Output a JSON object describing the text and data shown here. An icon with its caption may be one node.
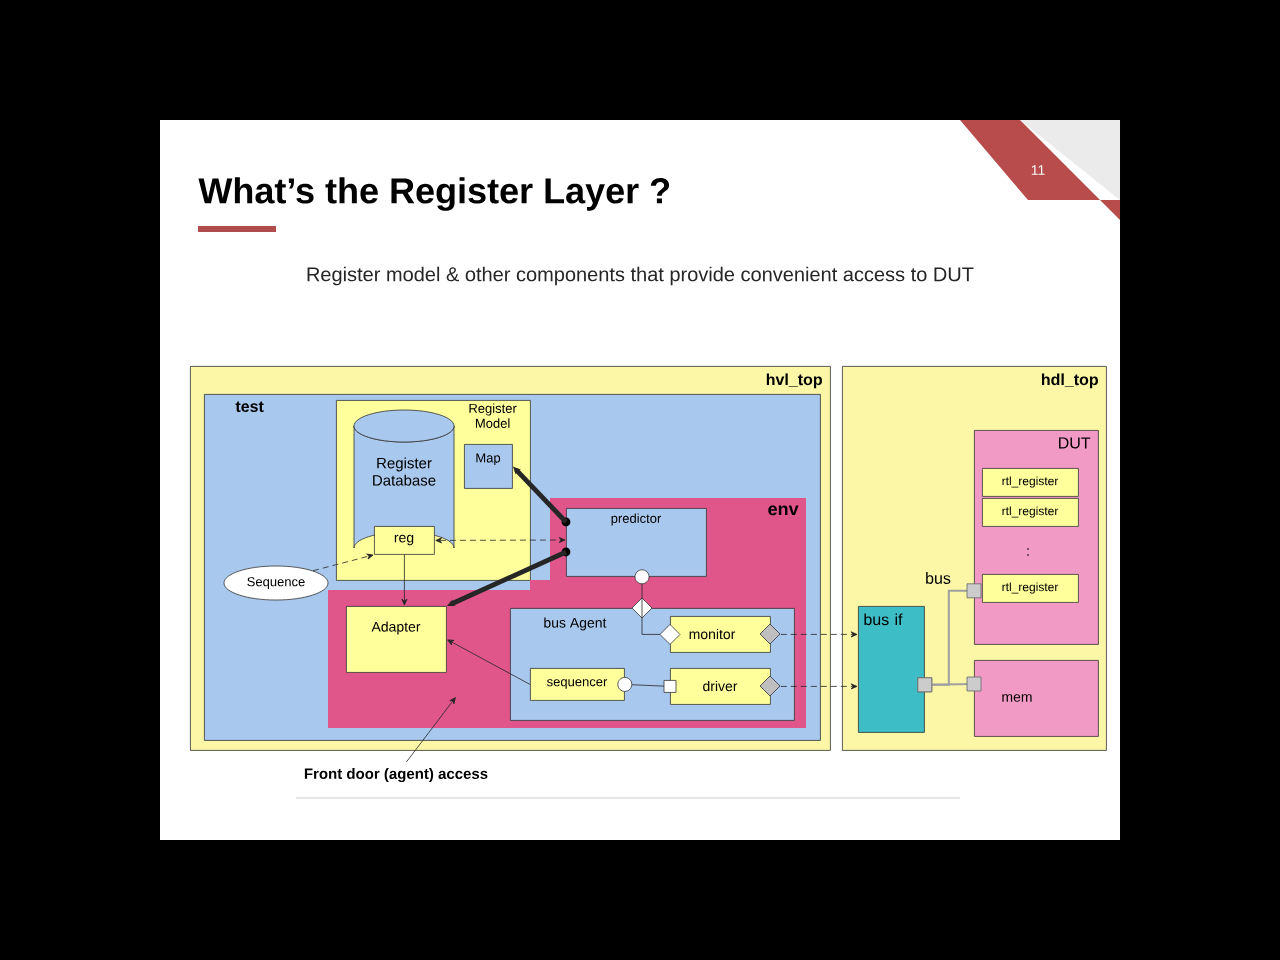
{
  "diagram": {
    "title": "What’s the Register Layer ?",
    "nodes": [
      {
        "text": [
          "hvl_top"
        ]
      },
      {
        "text": [
          "test"
        ],
        "in": 0
      },
      {
        "text": [
          "Register Model"
        ],
        "in": 1
      },
      {
        "text": [
          "Register Database"
        ],
        "in": 2
      },
      {
        "text": [
          "reg"
        ],
        "in": 3
      },
      {
        "text": [
          "Map"
        ],
        "in": 2
      },
      {
        "text": [
          "Sequence"
        ],
        "in": 1
      },
      {
        "text": [
          "env"
        ],
        "in": 1
      },
      {
        "text": [
          "predictor"
        ],
        "in": 7
      },
      {
        "text": [
          "Adapter"
        ],
        "in": 7
      },
      {
        "text": [
          "bus Agent"
        ],
        "in": 7
      },
      {
        "text": [
          "monitor"
        ],
        "in": 10
      },
      {
        "text": [
          "sequencer"
        ],
        "in": 10
      },
      {
        "text": [
          "driver"
        ],
        "in": 10
      },
      {
        "text": [
          "hdl_top"
        ]
      },
      {
        "text": [
          "DUT"
        ],
        "in": 14
      },
      {
        "text": [
          "rtl_register"
        ],
        "in": 15
      },
      {
        "text": [
          "rtl_register"
        ],
        "in": 15
      },
      {
        "text": [
          "rtl_register"
        ],
        "in": 15
      },
      {
        "text": [
          "bus if"
        ],
        "in": 14
      },
      {
        "text": [
          "mem"
        ],
        "in": 14
      },
      {
        "text": [
          "Front door (agent) access"
        ]
      }
    ],
    "edges": [
      {
        "from": 8,
        "to": 5,
        "arrow": "to",
        "style": "thick"
      },
      {
        "from": 8,
        "to": 9,
        "arrow": "to",
        "style": "thick"
      },
      {
        "from": 4,
        "to": 8,
        "arrow": "both",
        "style": "dashed"
      },
      {
        "from": 6,
        "to": 4,
        "arrow": "to",
        "style": "dashed"
      },
      {
        "from": 4,
        "to": 9,
        "arrow": "to"
      },
      {
        "from": 12,
        "to": 9,
        "arrow": "to"
      },
      {
        "from": 11,
        "to": 8,
        "arrow": "other"
      },
      {
        "from": 12,
        "to": 13,
        "arrow": "other"
      },
      {
        "from": 11,
        "to": 19,
        "arrow": "to",
        "style": "dashed"
      },
      {
        "from": 13,
        "to": 19,
        "arrow": "to",
        "style": "dashed"
      },
      {
        "from": 19,
        "to": 15,
        "arrow": "other",
        "color": "#a0a0a0"
      },
      {
        "from": 19,
        "to": 20,
        "arrow": "other",
        "color": "#a0a0a0"
      },
      {
        "from": 21,
        "to": 7,
        "arrow": "to"
      }
    ],
    "labels": [
      "Register model & other components that provide convenient access to DUT",
      "11",
      "bus",
      ":"
    ]
  }
}
